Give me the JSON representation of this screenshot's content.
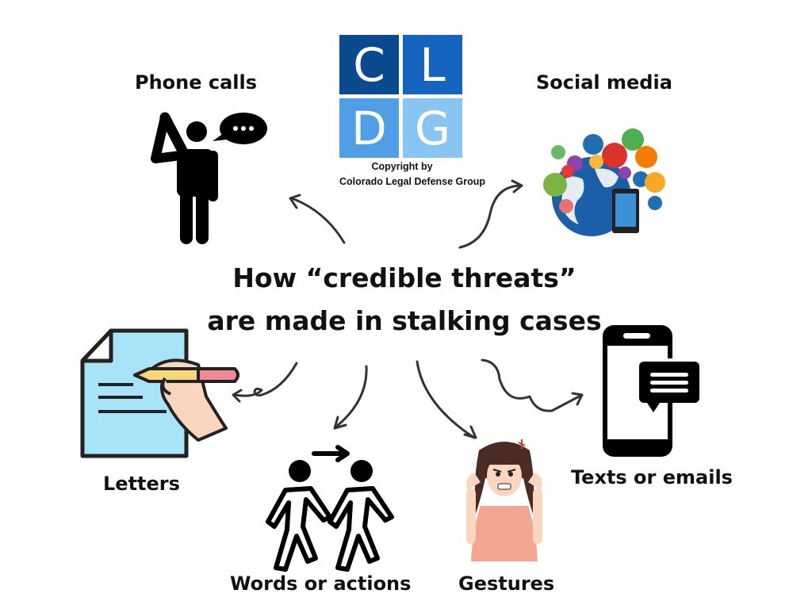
{
  "title": {
    "line1": "How “credible threats”",
    "line2": "are made in stalking cases"
  },
  "logo": {
    "letters": [
      "C",
      "L",
      "D",
      "G"
    ],
    "colors": [
      "#0b4a8f",
      "#1565c0",
      "#4f9ee6",
      "#87c6f2"
    ],
    "caption_line1": "Copyright by",
    "caption_line2": "Colorado Legal Defense Group"
  },
  "items": [
    {
      "id": "phone-calls",
      "label": "Phone calls",
      "icon": "person-on-phone-icon"
    },
    {
      "id": "social-media",
      "label": "Social media",
      "icon": "globe-social-media-icon"
    },
    {
      "id": "letters",
      "label": "Letters",
      "icon": "hand-writing-letter-icon"
    },
    {
      "id": "words-or-actions",
      "label": "Words or actions",
      "icon": "people-following-icon"
    },
    {
      "id": "gestures",
      "label": "Gestures",
      "icon": "angry-woman-icon"
    },
    {
      "id": "texts-or-emails",
      "label": "Texts or emails",
      "icon": "phone-message-icon"
    }
  ],
  "colors": {
    "text": "#111111",
    "arrow": "#333333",
    "paper": "#a8e4f8",
    "pencil_body": "#f7d67a",
    "pencil_eraser": "#f28a96",
    "skin": "#f9d7bf",
    "shirt": "#f4a58f",
    "hair": "#4a2c25"
  }
}
